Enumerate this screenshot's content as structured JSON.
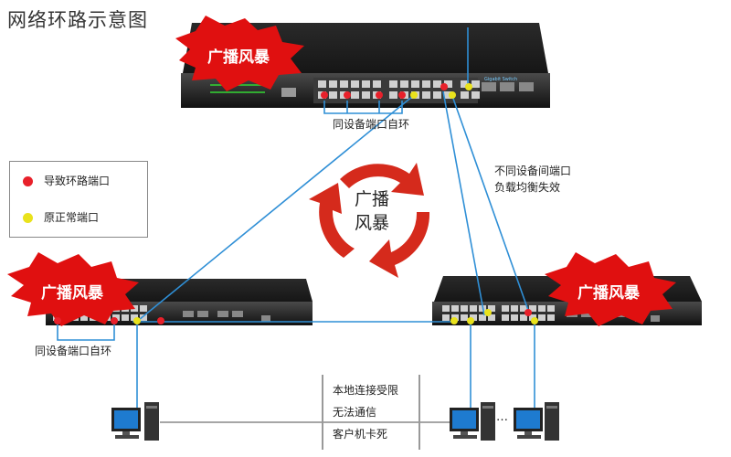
{
  "title": "网络环路示意图",
  "bursts": {
    "top": "广播风暴",
    "left": "广播风暴",
    "right": "广播风暴"
  },
  "labels": {
    "top_loop": "同设备端口自环",
    "left_loop": "同设备端口自环",
    "cross_device": [
      "不同设备间端口",
      "负载均衡失效"
    ]
  },
  "legend": {
    "loop_port": "导致环路端口",
    "normal_port": "原正常端口"
  },
  "center": [
    "广播",
    "风暴"
  ],
  "note": [
    "本地连接受限",
    "无法通信",
    "客户机卡死"
  ],
  "ellipsis": "…",
  "colors": {
    "loop_port": "#e8202a",
    "normal_port": "#e9e21c",
    "cable": "#2f8fd6",
    "burst": "#e01010"
  }
}
